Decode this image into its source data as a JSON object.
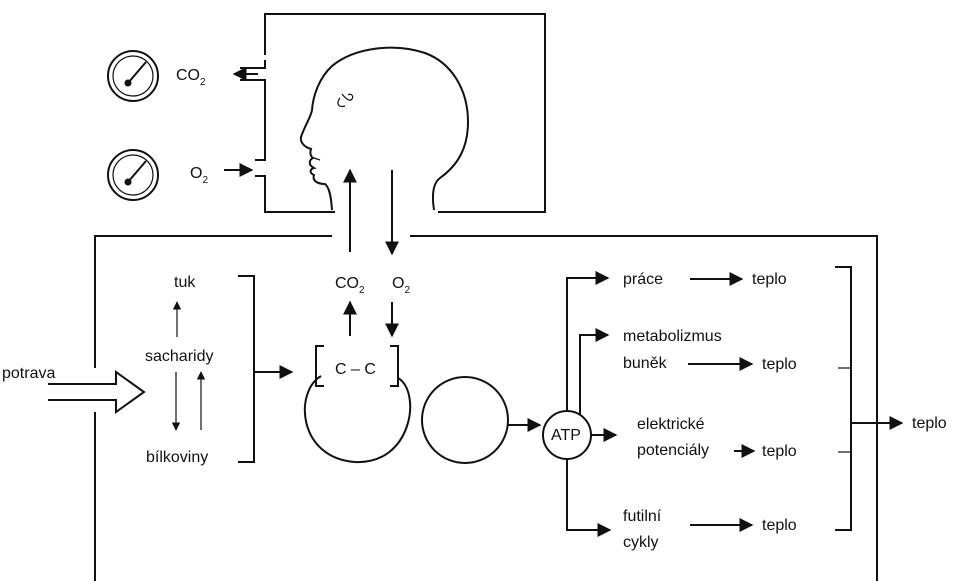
{
  "measurement": {
    "co2_base": "CO",
    "co2_sub": "2",
    "o2_base": "O",
    "o2_sub": "2"
  },
  "exchange": {
    "co2_base": "CO",
    "co2_sub": "2",
    "o2_base": "O",
    "o2_sub": "2"
  },
  "intake": {
    "food": "potrava"
  },
  "nutrients": {
    "fat": "tuk",
    "carbohydrates": "sacharidy",
    "proteins": "bílkoviny"
  },
  "bond": "C – C",
  "atp": "ATP",
  "outputs": {
    "work": "práce",
    "metabolism_line1": "metabolizmus",
    "metabolism_line2": "buněk",
    "potentials_line1": "elektrické",
    "potentials_line2": "potenciály",
    "futile_line1": "futilní",
    "futile_line2": "cykly",
    "heat1": "teplo",
    "heat2": "teplo",
    "heat3": "teplo",
    "heat4": "teplo",
    "heat_total": "teplo"
  },
  "icons": [
    "gauge-icon",
    "head-profile-icon",
    "arrow-icon"
  ]
}
